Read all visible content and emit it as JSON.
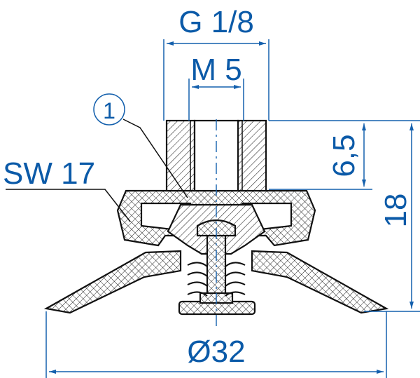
{
  "labels": {
    "thread_outer": "G 1/8",
    "thread_inner": "M 5",
    "item_number": "1",
    "wrench_size": "SW 17",
    "thread_depth": "6,5",
    "height": "18",
    "diameter": "Ø32"
  },
  "colors": {
    "dimension": "#1460ad",
    "dimension_text": "#0b5aa8",
    "outline": "#111111"
  }
}
